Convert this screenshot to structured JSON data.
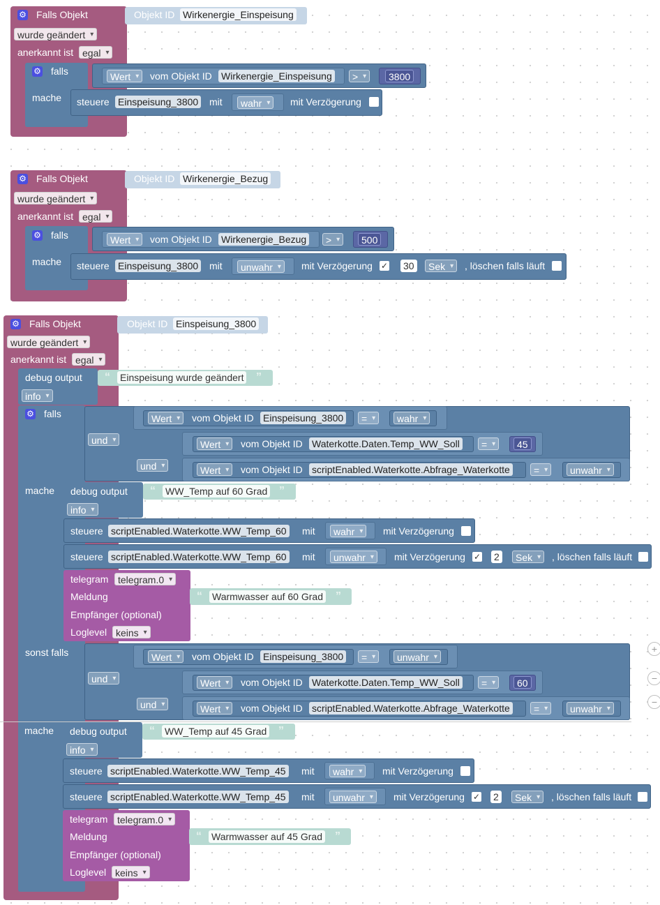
{
  "common": {
    "falls_objekt": "Falls Objekt",
    "objekt_id": "Objekt ID",
    "wurde_geaendert": "wurde geändert",
    "anerkannt_ist": "anerkannt ist",
    "egal": "egal",
    "falls": "falls",
    "mache": "mache",
    "sonst_falls": "sonst falls",
    "wert": "Wert",
    "vom_objekt_id": "vom Objekt ID",
    "steuere": "steuere",
    "mit": "mit",
    "mit_verzoegerung": "mit Verzögerung",
    "loeschen_falls_laeuft": ", löschen falls läuft",
    "wahr": "wahr",
    "unwahr": "unwahr",
    "und": "und",
    "debug_output": "debug output",
    "info": "info",
    "telegram": "telegram",
    "telegram_instance": "telegram.0",
    "meldung": "Meldung",
    "empfaenger": "Empfänger (optional)",
    "loglevel": "Loglevel",
    "keins": "keins",
    "sek": "Sek",
    "op_gt": ">",
    "op_eq": "=",
    "quote_open": "“",
    "quote_close": "”",
    "check": "✓",
    "gear": "⚙",
    "plus": "+",
    "minus": "−"
  },
  "block1": {
    "object_id": "Wirkenergie_Einspeisung",
    "cond_object": "Wirkenergie_Einspeisung",
    "cond_value": "3800",
    "set_object": "Einspeisung_3800"
  },
  "block2": {
    "object_id": "Wirkenergie_Bezug",
    "cond_object": "Wirkenergie_Bezug",
    "cond_value": "500",
    "set_object": "Einspeisung_3800",
    "delay": "30"
  },
  "block3": {
    "object_id": "Einspeisung_3800",
    "debug_text": "Einspeisung wurde geändert",
    "if": {
      "cond1_object": "Einspeisung_3800",
      "cond2_object": "Waterkotte.Daten.Temp_WW_Soll",
      "cond2_value": "45",
      "cond3_object": "scriptEnabled.Waterkotte.Abfrage_Waterkotte",
      "debug_text": "WW_Temp auf 60 Grad",
      "set1_object": "scriptEnabled.Waterkotte.WW_Temp_60",
      "set2_object": "scriptEnabled.Waterkotte.WW_Temp_60",
      "delay": "2",
      "message": "Warmwasser auf 60 Grad"
    },
    "else_if": {
      "cond1_object": "Einspeisung_3800",
      "cond2_object": "Waterkotte.Daten.Temp_WW_Soll",
      "cond2_value": "60",
      "cond3_object": "scriptEnabled.Waterkotte.Abfrage_Waterkotte",
      "debug_text": "WW_Temp auf 45 Grad",
      "set1_object": "scriptEnabled.Waterkotte.WW_Temp_45",
      "set2_object": "scriptEnabled.Waterkotte.WW_Temp_45",
      "delay": "2",
      "message": "Warmwasser auf 45 Grad"
    }
  },
  "colors": {
    "event": "#a55b80",
    "logic": "#5b80a5",
    "number": "#5b67a5",
    "telegram": "#a55ba5",
    "string": "#b8dad2"
  }
}
